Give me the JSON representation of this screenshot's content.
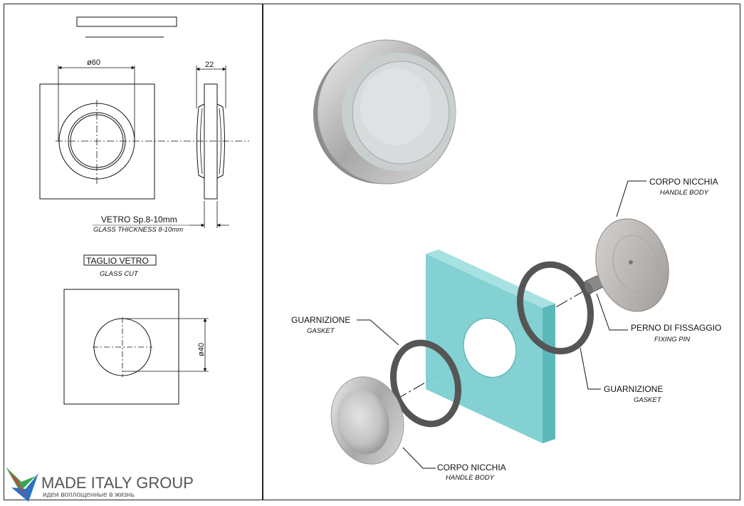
{
  "drawing": {
    "dim_diameter": "ø60",
    "dim_depth": "22",
    "glass_label": "VETRO Sp.8-10mm",
    "glass_label_en": "GLASS THICKNESS 8-10mm",
    "cut_title": "TAGLIO VETRO",
    "cut_title_en": "GLASS CUT",
    "dim_hole": "ø40"
  },
  "exploded": {
    "body_top": "CORPO NICCHIA",
    "body_top_en": "HANDLE BODY",
    "pin": "PERNO DI FISSAGGIO",
    "pin_en": "FIXING PIN",
    "gasket_right": "GUARNIZIONE",
    "gasket_right_en": "GASKET",
    "gasket_left": "GUARNIZIONE",
    "gasket_left_en": "GASKET",
    "body_bottom": "CORPO NICCHIA",
    "body_bottom_en": "HANDLE BODY"
  },
  "brand": {
    "name": "MADE ITALY GROUP",
    "tagline": "идеи воплощенные в жизнь"
  },
  "colors": {
    "glass": "#7ccfd0",
    "metal": "#b9b6b4",
    "gasket": "#555555",
    "logo_blue": "#2f6fc0",
    "logo_red": "#d8343a",
    "logo_green": "#3aa655"
  }
}
